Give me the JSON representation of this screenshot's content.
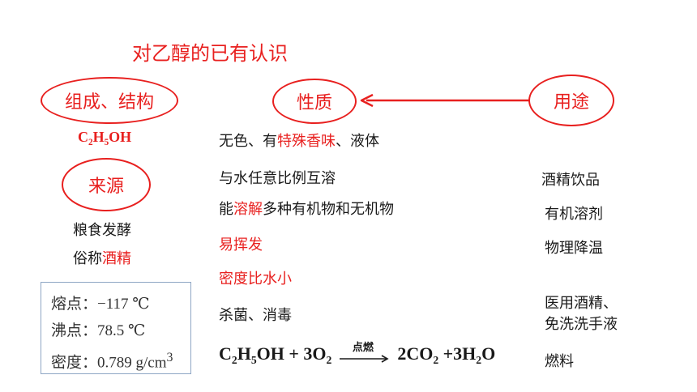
{
  "title": "对乙醇的已有认识",
  "bubbles": {
    "composition": "组成、结构",
    "properties": "性质",
    "uses": "用途",
    "source": "来源"
  },
  "formula": {
    "c": "C",
    "c_sub": "2",
    "h": "H",
    "h_sub": "5",
    "oh": "OH"
  },
  "source_items": {
    "item1": "粮食发酵",
    "item2_pre": "俗称",
    "item2_red": "酒精"
  },
  "physical": {
    "melting": "熔点：−117 ℃",
    "boiling": "沸点：78.5 ℃",
    "density_pre": "密度：0.789 g/cm",
    "density_sup": "3"
  },
  "properties_list": {
    "p1_a": "无色、有",
    "p1_red": "特殊香味",
    "p1_b": "、液体",
    "p2": "与水任意比例互溶",
    "p3_a": "能",
    "p3_red": "溶解",
    "p3_b": "多种有机物和无机物",
    "p4": "易挥发",
    "p5": "密度比水小",
    "p6": "杀菌、消毒"
  },
  "equation": {
    "r1": "C",
    "r1_s1": "2",
    "r1_b": "H",
    "r1_s2": "5",
    "r1_c": "OH + 3O",
    "r1_s3": "2",
    "condition": "点燃",
    "p1": "2CO",
    "p1_s": "2",
    "p2": " +3H",
    "p2_s": "2",
    "p2_b": "O"
  },
  "uses_list": {
    "u1": "酒精饮品",
    "u2": "有机溶剂",
    "u3": "物理降温",
    "u4_l1": "医用酒精、",
    "u4_l2": "免洗洗手液",
    "u5": "燃料"
  },
  "colors": {
    "accent": "#e8201f",
    "box_border": "#8ea6c4"
  }
}
